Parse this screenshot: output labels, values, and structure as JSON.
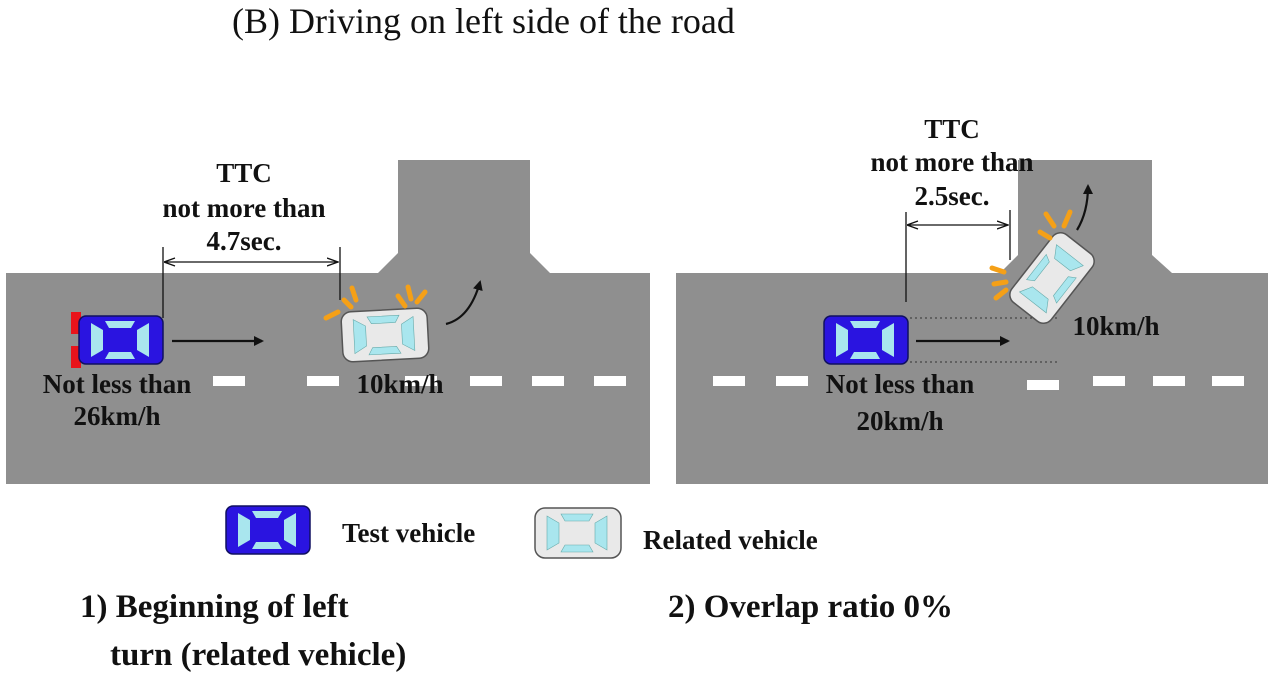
{
  "title": "(B)  Driving on left side of the road",
  "scenario1": {
    "ttc_line1": "TTC",
    "ttc_line2": "not more than",
    "ttc_line3": "4.7sec.",
    "test_speed_line1": "Not less than",
    "test_speed_line2": "26km/h",
    "related_speed": "10km/h",
    "caption_line1": "1) Beginning of left",
    "caption_line2": "turn (related vehicle)"
  },
  "scenario2": {
    "ttc_line1": "TTC",
    "ttc_line2": "not more than",
    "ttc_line3": "2.5sec.",
    "test_speed_line1": "Not less than",
    "test_speed_line2": "20km/h",
    "related_speed": "10km/h",
    "caption": "2) Overlap ratio 0%"
  },
  "legend": {
    "test_vehicle": "Test vehicle",
    "related_vehicle": "Related vehicle"
  },
  "colors": {
    "road": "#8f8f8f",
    "test_vehicle": "#2a14e0",
    "related_vehicle": "#e9e9e9",
    "glass": "#a9e6ee",
    "flash": "#f5a017",
    "brake_light": "#e8131b",
    "lane_marking": "#ffffff"
  }
}
